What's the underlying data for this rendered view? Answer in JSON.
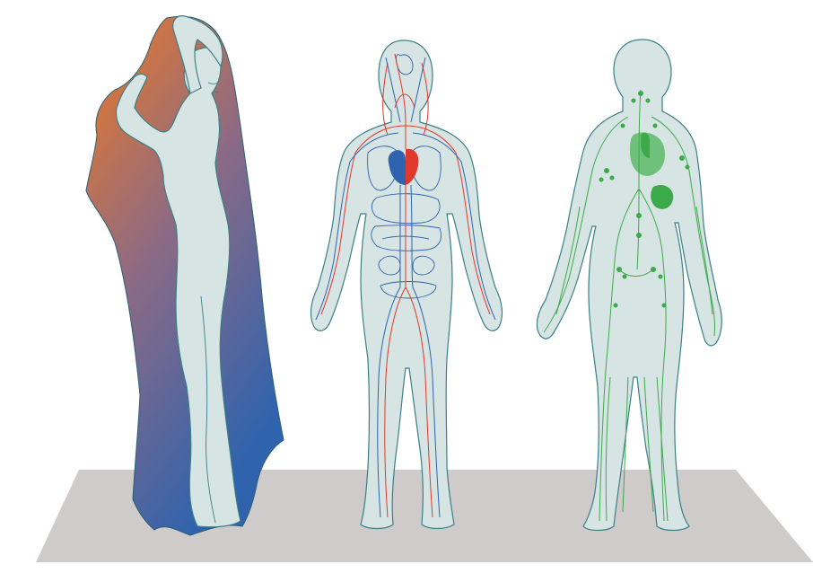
{
  "scene": {
    "figures": [
      {
        "id": "draped-figure",
        "drape_gradient": [
          "#f07a24",
          "#7d6a86",
          "#2f63ad"
        ]
      },
      {
        "id": "circulatory-figure",
        "vein_color": "#2f63ad",
        "artery_color": "#e0392b"
      },
      {
        "id": "lymphatic-figure",
        "vessel_color": "#3daa4a",
        "organ_color": "#5cba68"
      }
    ],
    "body_fill": "#d7e4e4",
    "body_outline": "#3a7f86",
    "floor_color": "#cfcbcb"
  }
}
